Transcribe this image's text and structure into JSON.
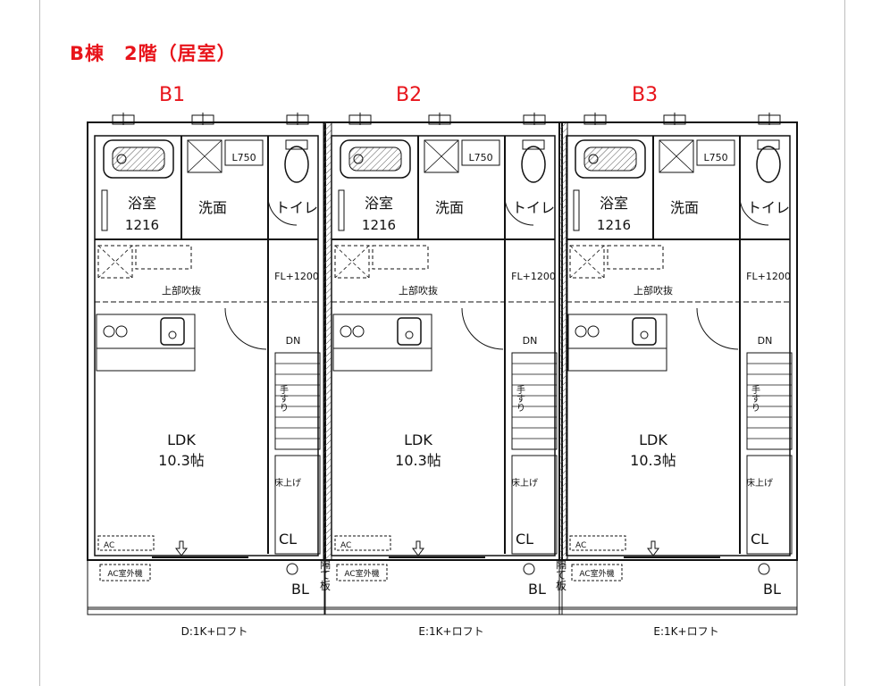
{
  "title": "B棟　2階（居室）",
  "units": [
    {
      "id": "B1",
      "type_label": "D:1K+ロフト"
    },
    {
      "id": "B2",
      "type_label": "E:1K+ロフト"
    },
    {
      "id": "B3",
      "type_label": "E:1K+ロフト"
    }
  ],
  "labels": {
    "bath": "浴室",
    "bath_size": "1216",
    "wash": "洗面",
    "toilet": "トイレ",
    "sink_size": "L750",
    "fl": "FL+1200",
    "void": "上部吹抜",
    "ldk": "LDK",
    "ldk_size": "10.3帖",
    "dn": "DN",
    "handrail": "手すり",
    "floor_raise": "床上げ",
    "closet": "CL",
    "ac": "AC",
    "ac_unit": "AC室外機",
    "balcony": "BL",
    "partition": "隔て板"
  },
  "colors": {
    "title": "#e8141b",
    "line": "#111111",
    "hatch": "#555555"
  }
}
